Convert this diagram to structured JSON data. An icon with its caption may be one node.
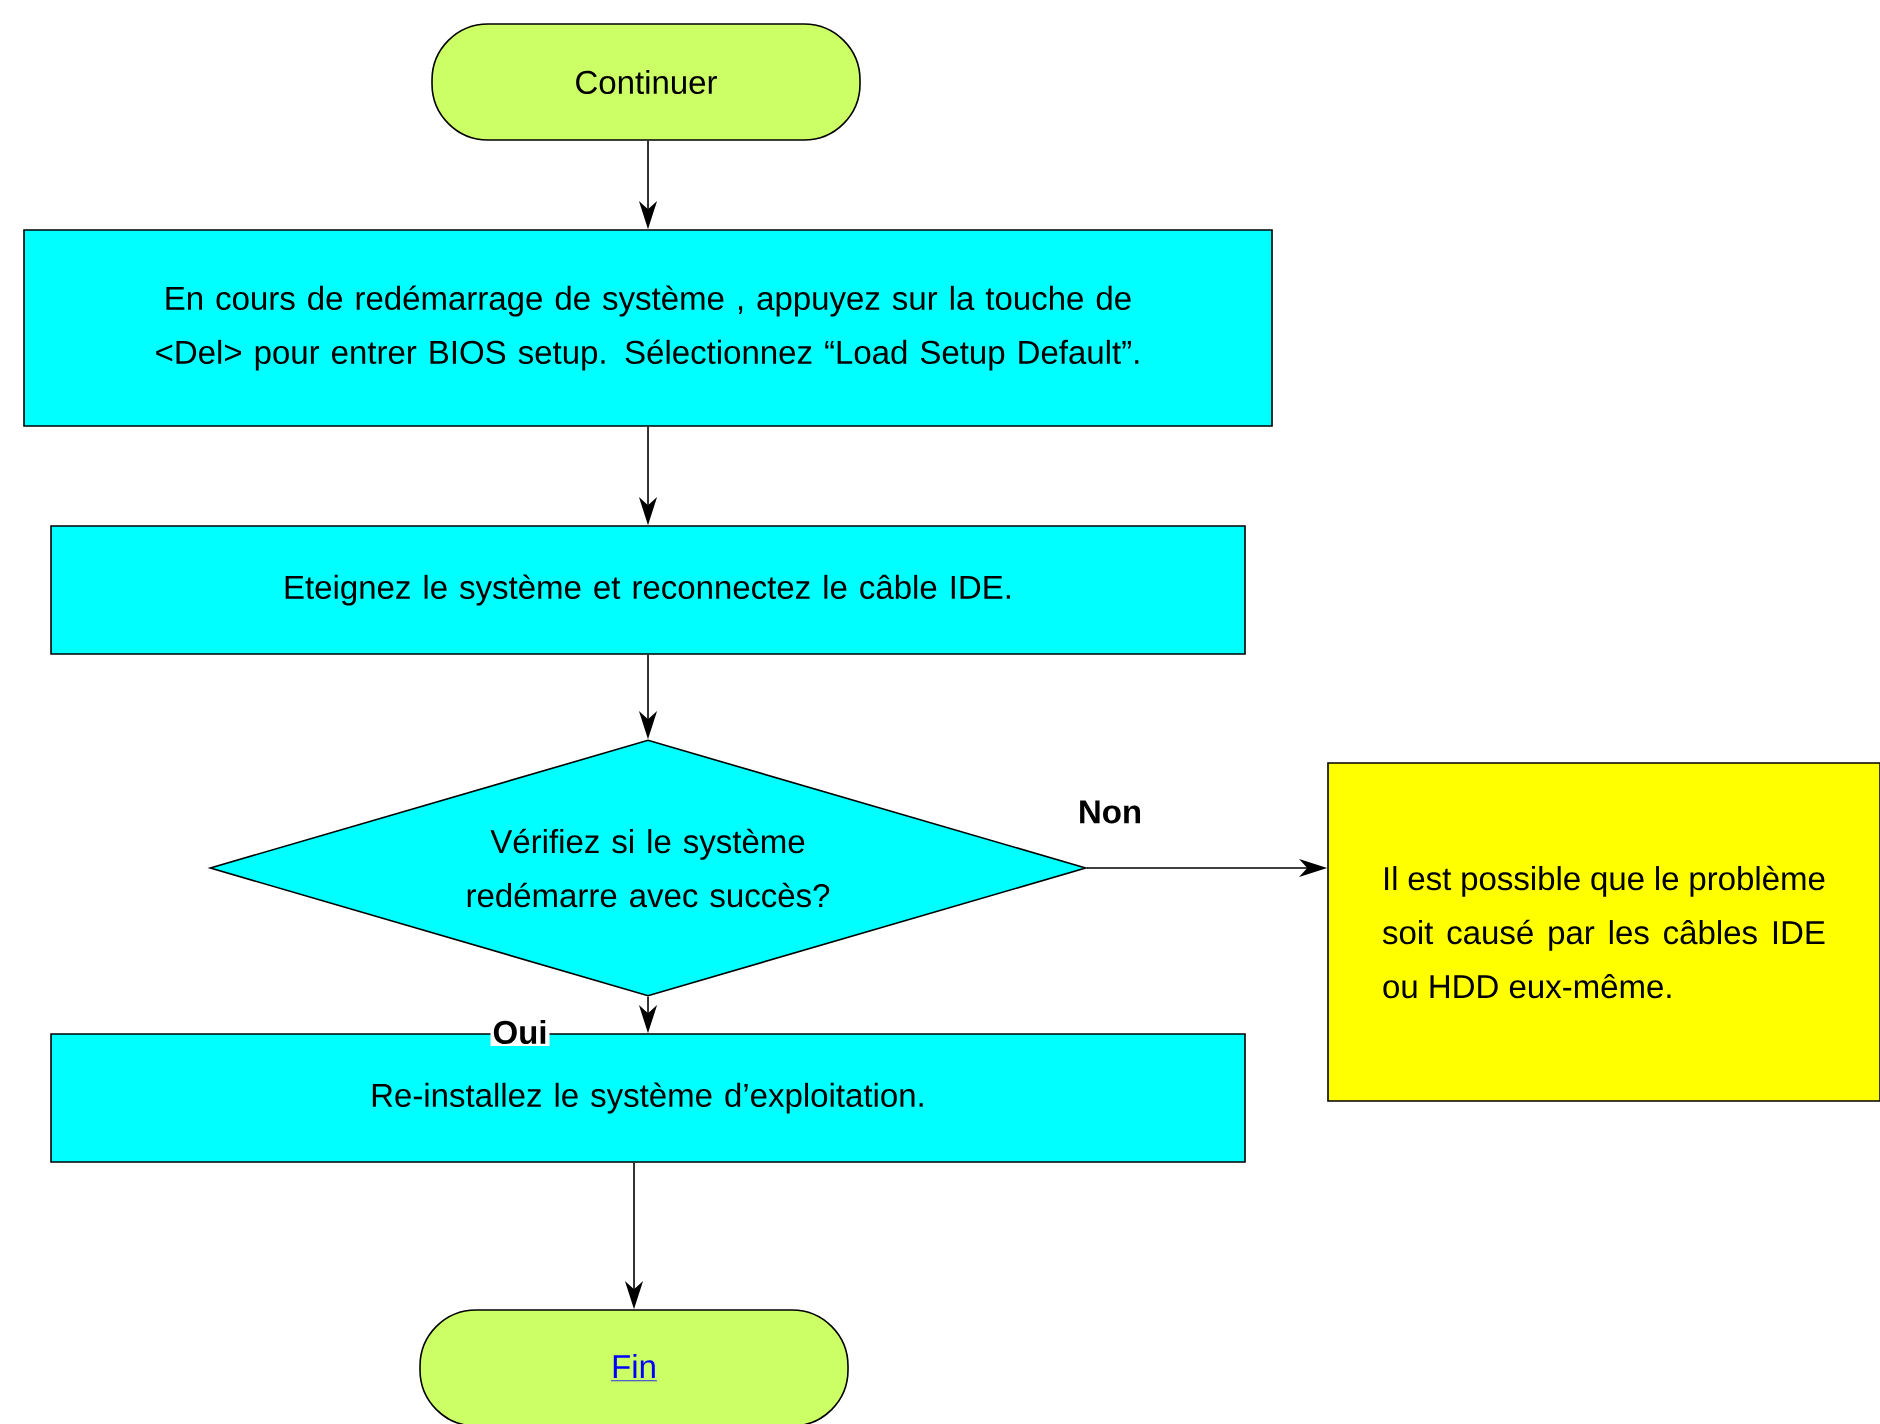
{
  "diagram": {
    "nodes": [
      {
        "text": [
          "Continuer"
        ]
      },
      {
        "text": [
          "En cours de redémarrage de système , appuyez sur la touche de <Del> pour entrer BIOS setup. Sélectionnez “Load Setup Default”."
        ]
      },
      {
        "text": [
          "Eteignez le système et reconnectez le câble IDE."
        ]
      },
      {
        "text": [
          "Vérifiez si le système redémarre avec succès?"
        ]
      },
      {
        "text": [
          "Il est possible que le problème soit causé par les câbles IDE ou HDD eux-même."
        ]
      },
      {
        "text": [
          "Re-installez le système d’exploitation."
        ]
      },
      {
        "text": [
          "Fin"
        ]
      }
    ],
    "edges": [
      {
        "from": 0,
        "to": 1,
        "arrow": "to"
      },
      {
        "from": 1,
        "to": 2,
        "arrow": "to"
      },
      {
        "from": 2,
        "to": 3,
        "arrow": "to"
      },
      {
        "from": 3,
        "to": 4,
        "arrow": "to",
        "label": "Non"
      },
      {
        "from": 3,
        "to": 5,
        "arrow": "to",
        "label": "Oui"
      },
      {
        "from": 5,
        "to": 6,
        "arrow": "to"
      }
    ]
  }
}
